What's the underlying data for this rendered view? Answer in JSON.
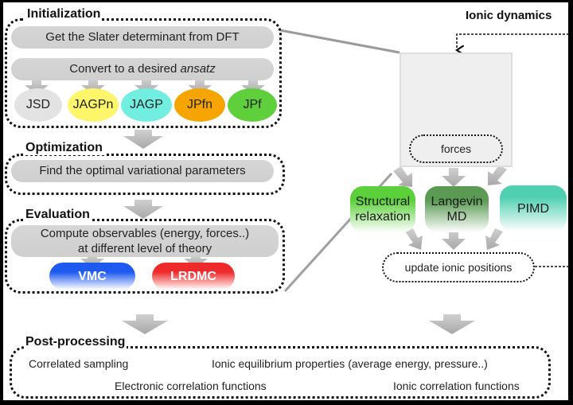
{
  "initialization": {
    "title": "Initialization",
    "step1": "Get the Slater determinant from DFT",
    "step2_prefix": "Convert to a desired ",
    "step2_italic": "ansatz",
    "ansatz": [
      {
        "label": "JSD",
        "color": "#e3e3e3"
      },
      {
        "label": "JAGPn",
        "color": "#fdf56a"
      },
      {
        "label": "JAGP",
        "color": "#72eee0"
      },
      {
        "label": "JPfn",
        "color": "#f6a500"
      },
      {
        "label": "JPf",
        "color": "#5fcf3c"
      }
    ]
  },
  "optimization": {
    "title": "Optimization",
    "step": "Find the optimal variational parameters"
  },
  "evaluation": {
    "title": "Evaluation",
    "step_line1": "Compute observables (energy, forces..)",
    "step_line2": "at different level of theory",
    "methods": [
      {
        "label": "VMC",
        "color": "#1e5af0"
      },
      {
        "label": "LRDMC",
        "color": "#ee2a2a"
      }
    ]
  },
  "ionic_dynamics": {
    "title": "Ionic dynamics",
    "forces": "forces",
    "methods": [
      {
        "line1": "Structural",
        "line2": "relaxation",
        "color": "#5cd03a"
      },
      {
        "line1": "Langevin",
        "line2": "MD",
        "color": "#5a9a52"
      },
      {
        "line1": "PIMD",
        "line2": "",
        "color": "#4fd0b0"
      }
    ],
    "update": "update ionic positions"
  },
  "post_processing": {
    "title": "Post-processing",
    "items": [
      "Correlated sampling",
      "Ionic equilibrium properties (average energy, pressure..)",
      "Electronic correlation functions",
      "Ionic correlation functions"
    ]
  }
}
